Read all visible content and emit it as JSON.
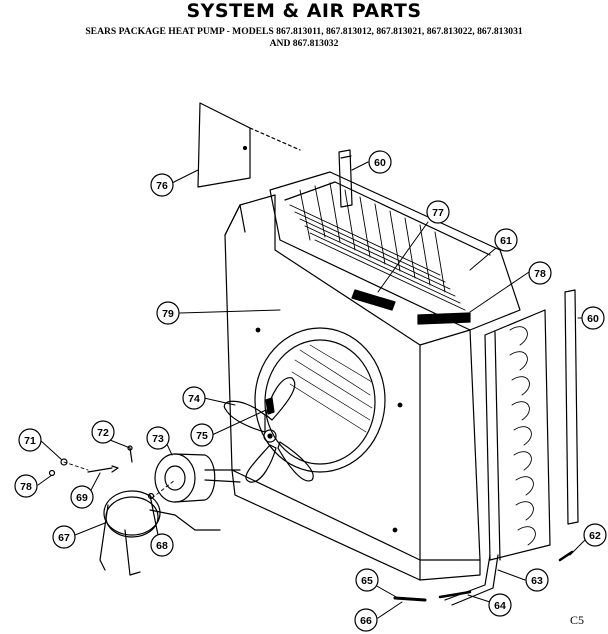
{
  "header": {
    "title": "SYSTEM & AIR PARTS",
    "subtitle_line1": "SEARS PACKAGE HEAT PUMP - MODELS 867.813011, 867.813012, 867.813021, 867.813022, 867.813031",
    "subtitle_line2": "AND 867.813032"
  },
  "callouts": {
    "p76": "76",
    "p60a": "60",
    "p77": "77",
    "p61": "61",
    "p78a": "78",
    "p60b": "60",
    "p79": "79",
    "p74": "74",
    "p75": "75",
    "p71": "71",
    "p72": "72",
    "p73": "73",
    "p78b": "78",
    "p69": "69",
    "p67": "67",
    "p68": "68",
    "p62": "62",
    "p63": "63",
    "p65": "65",
    "p64": "64",
    "p66": "66"
  },
  "footer": {
    "page_code": "C5"
  }
}
